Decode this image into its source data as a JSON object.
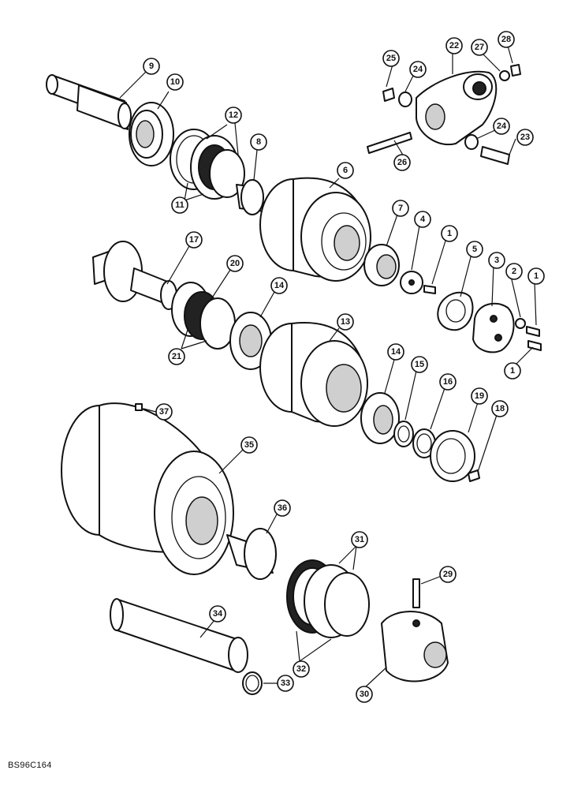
{
  "figure_code": "BS96C164",
  "callouts": [
    {
      "label": "9"
    },
    {
      "label": "10"
    },
    {
      "label": "12"
    },
    {
      "label": "11"
    },
    {
      "label": "8"
    },
    {
      "label": "6"
    },
    {
      "label": "7"
    },
    {
      "label": "4"
    },
    {
      "label": "1"
    },
    {
      "label": "5"
    },
    {
      "label": "3"
    },
    {
      "label": "2"
    },
    {
      "label": "1"
    },
    {
      "label": "1"
    },
    {
      "label": "25"
    },
    {
      "label": "24"
    },
    {
      "label": "22"
    },
    {
      "label": "27"
    },
    {
      "label": "28"
    },
    {
      "label": "24"
    },
    {
      "label": "23"
    },
    {
      "label": "26"
    },
    {
      "label": "17"
    },
    {
      "label": "20"
    },
    {
      "label": "21"
    },
    {
      "label": "14"
    },
    {
      "label": "13"
    },
    {
      "label": "14"
    },
    {
      "label": "15"
    },
    {
      "label": "16"
    },
    {
      "label": "19"
    },
    {
      "label": "18"
    },
    {
      "label": "37"
    },
    {
      "label": "35"
    },
    {
      "label": "36"
    },
    {
      "label": "31"
    },
    {
      "label": "32"
    },
    {
      "label": "29"
    },
    {
      "label": "30"
    },
    {
      "label": "34"
    },
    {
      "label": "33"
    }
  ]
}
